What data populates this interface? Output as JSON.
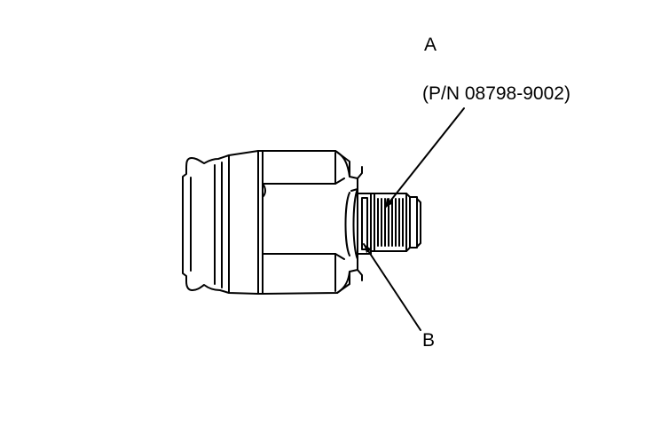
{
  "callouts": {
    "a": "A",
    "part_number": "(P/N 08798-9002)",
    "b": "B"
  },
  "colors": {
    "line": "#000000",
    "background": "#ffffff"
  }
}
